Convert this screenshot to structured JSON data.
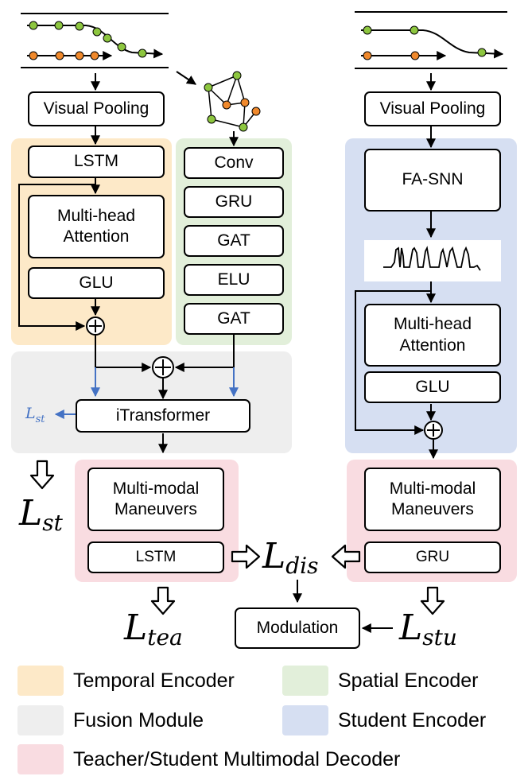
{
  "colors": {
    "temporal": "#fde9c8",
    "spatial": "#e2efda",
    "fusion": "#eeeeee",
    "student": "#d6dff2",
    "decoder": "#f9dce1",
    "green_node": "#8dc63f",
    "orange_node": "#f0892c",
    "blue_arrow": "#4472c4"
  },
  "teacher": {
    "visual_pooling": "Visual Pooling",
    "lstm": "LSTM",
    "mha": "Multi-head\nAttention",
    "glu": "GLU"
  },
  "spatial": {
    "conv": "Conv",
    "gru": "GRU",
    "gat1": "GAT",
    "elu": "ELU",
    "gat2": "GAT"
  },
  "fusion": {
    "itransformer": "iTransformer",
    "l_st_small": {
      "base": "L",
      "sub": "st"
    }
  },
  "teacher_decoder": {
    "mmm": "Multi-modal\nManeuvers",
    "lstm": "LSTM"
  },
  "student": {
    "visual_pooling": "Visual Pooling",
    "fasnn": "FA-SNN",
    "mha": "Multi-head\nAttention",
    "glu": "GLU"
  },
  "student_decoder": {
    "mmm": "Multi-modal\nManeuvers",
    "gru": "GRU"
  },
  "losses": {
    "l_st": {
      "base": "L",
      "sub": "st"
    },
    "l_tea": {
      "base": "L",
      "sub": "tea"
    },
    "l_dis": {
      "base": "L",
      "sub": "dis"
    },
    "l_stu": {
      "base": "L",
      "sub": "stu"
    }
  },
  "modulation": "Modulation",
  "legend": [
    {
      "label": "Temporal Encoder",
      "color": "#fde9c8"
    },
    {
      "label": "Spatial Encoder",
      "color": "#e2efda"
    },
    {
      "label": "Fusion Module",
      "color": "#eeeeee"
    },
    {
      "label": "Student Encoder",
      "color": "#d6dff2"
    },
    {
      "label": "Teacher/Student Multimodal Decoder",
      "color": "#f9dce1"
    }
  ]
}
